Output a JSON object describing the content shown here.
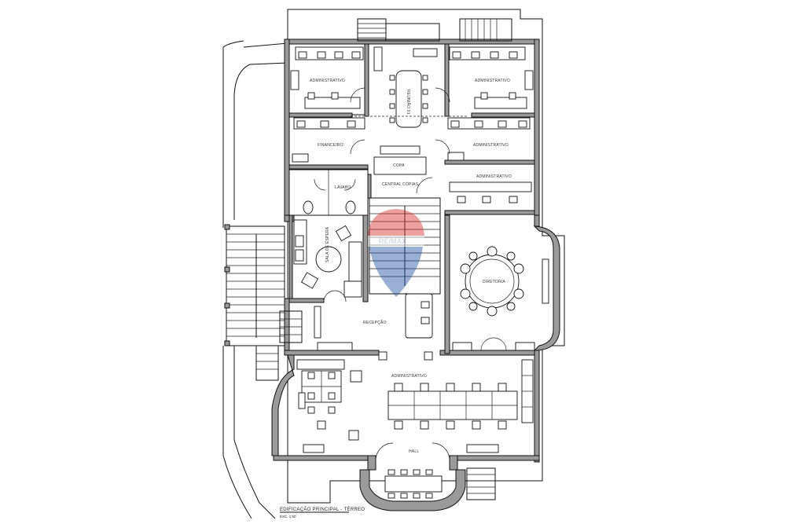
{
  "rooms": {
    "admin_top_left": "ADMINISTRATIVO",
    "admin_top_right": "ADMINISTRATIVO",
    "meeting_top": "REUNIÃO 01",
    "financeiro": "FINANCEIRO",
    "admin_mid_right": "ADMINISTRATIVO",
    "admin_mid_right_2": "ADMINISTRATIVO",
    "copa": "COPA",
    "central_copia": "CENTRAL CÓPIAS",
    "lavabo": "LAVABO",
    "sala_espera": "SALA DE ESPERA",
    "diretoria": "DIRETORIA",
    "recepcao": "RECEPÇÃO",
    "admin_bottom": "ADMINISTRATIVO",
    "hall": "HALL"
  },
  "title_block": {
    "title": "EDIFICAÇÃO PRINCIPAL - TÉRREO",
    "scale": "ESC. 1:50"
  },
  "watermark": {
    "brand": "RE/MAX",
    "color_red": "#d9312b",
    "color_blue": "#1f4fa3"
  },
  "colors": {
    "wall": "#9a9a9a",
    "line": "#111111"
  }
}
